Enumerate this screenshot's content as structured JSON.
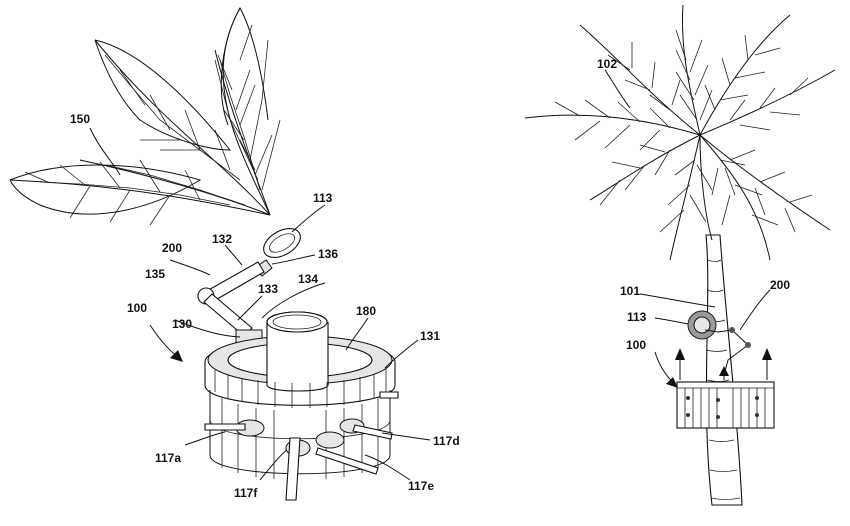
{
  "left_figure": {
    "labels": {
      "l150": "150",
      "l113": "113",
      "l200": "200",
      "l132": "132",
      "l136": "136",
      "l135": "135",
      "l134": "134",
      "l133": "133",
      "l100": "100",
      "l130": "130",
      "l180": "180",
      "l131": "131",
      "l117a": "117a",
      "l117d": "117d",
      "l117f": "117f",
      "l117e": "117e"
    }
  },
  "right_figure": {
    "labels": {
      "l102": "102",
      "l101": "101",
      "l200": "200",
      "l113": "113",
      "l100": "100"
    }
  }
}
